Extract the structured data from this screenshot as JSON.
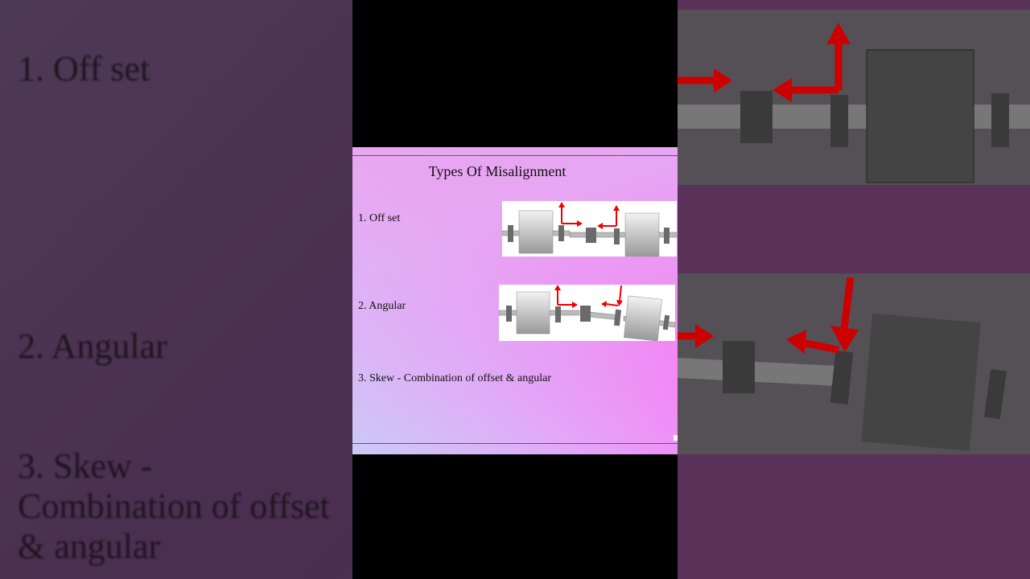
{
  "slide": {
    "title": "Types Of Misalignment",
    "items": [
      {
        "label": "1. Off set",
        "diagram": "offset-misalignment-diagram"
      },
      {
        "label": "2. Angular",
        "diagram": "angular-misalignment-diagram"
      },
      {
        "label": "3. Skew - Combination of offset & angular"
      }
    ]
  },
  "colors": {
    "arrow": "#e00000",
    "machine": "#c8c8c8",
    "coupling": "#6a6a6a"
  }
}
